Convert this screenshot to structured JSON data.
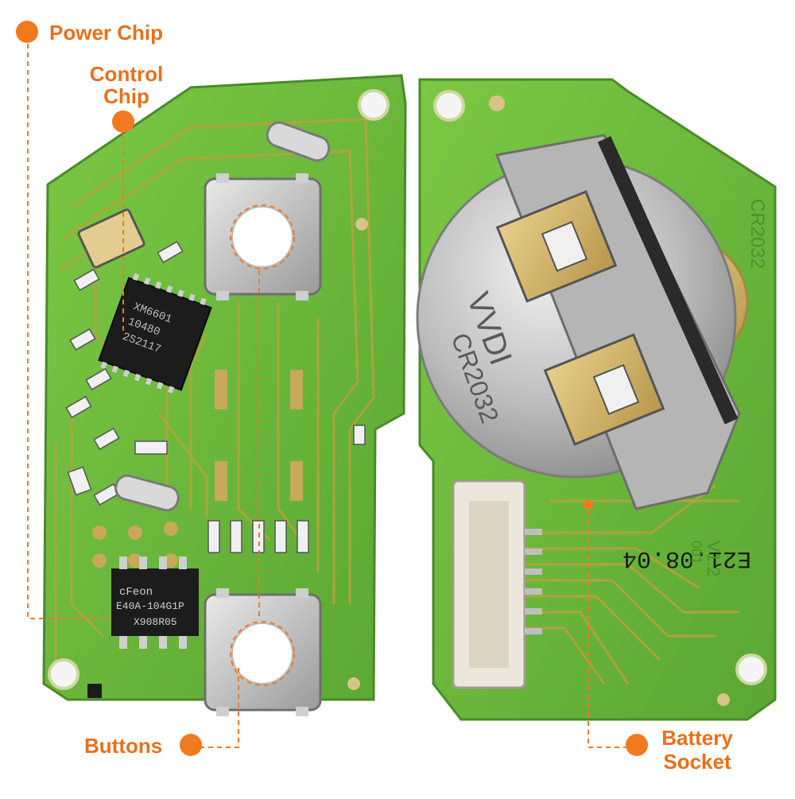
{
  "image": {
    "background_color": "#ffffff",
    "accent_color": "#f27a1e",
    "board_color": "#6fbf3f",
    "trace_color": "#b7a33a",
    "metal_color": "#c9c9c9"
  },
  "callouts": {
    "power_chip": "Power Chip",
    "control_chip_line1": "Control",
    "control_chip_line2": "Chip",
    "buttons": "Buttons",
    "battery_socket_line1": "Battery",
    "battery_socket_line2": "Socket"
  },
  "chip_markings": {
    "control_chip": [
      "XM6601",
      "10480",
      "2S2117"
    ],
    "power_chip": [
      "cFeon",
      "E40A-104G1P",
      "X908R05"
    ],
    "battery_cover": [
      "VVDI",
      "CR2032"
    ],
    "board_code": [
      "E21.08.04"
    ],
    "board_version": [
      "V1.2",
      "001"
    ],
    "edge_print": [
      "CR2032"
    ]
  }
}
